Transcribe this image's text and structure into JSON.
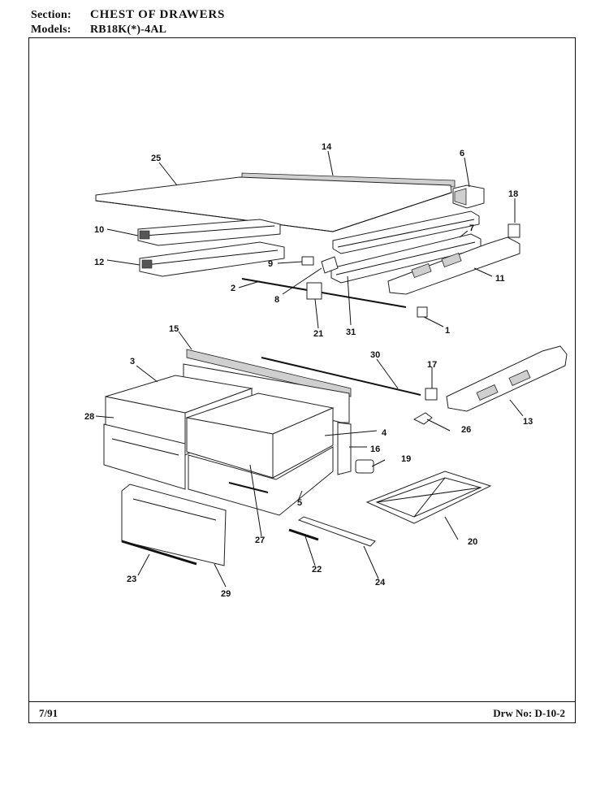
{
  "header": {
    "section_label": "Section:",
    "section_value": "CHEST OF DRAWERS",
    "models_label": "Models:",
    "models_value": "RB18K(*)-4AL"
  },
  "footer": {
    "date": "7/91",
    "drawing_number": "Drw No: D-10-2"
  },
  "callouts": [
    "1",
    "2",
    "3",
    "4",
    "5",
    "6",
    "7",
    "8",
    "9",
    "10",
    "11",
    "12",
    "13",
    "14",
    "15",
    "16",
    "17",
    "18",
    "19",
    "20",
    "21",
    "22",
    "23",
    "24",
    "25",
    "26",
    "27",
    "28",
    "29",
    "30",
    "31"
  ]
}
